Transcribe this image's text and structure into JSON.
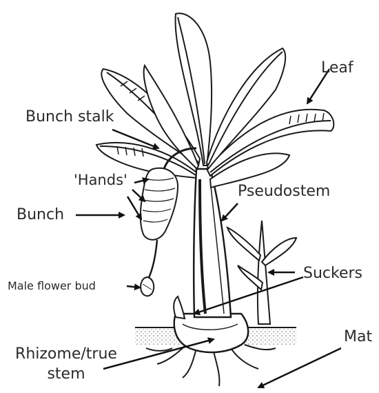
{
  "diagram": {
    "labels": {
      "leaf": "Leaf",
      "bunch_stalk": "Bunch stalk",
      "hands": "'Hands'",
      "pseudostem": "Pseudostem",
      "bunch": "Bunch",
      "suckers": "Suckers",
      "male_flower_bud": "Male flower bud",
      "mat": "Mat",
      "rhizome_line1": "Rhizome/true",
      "rhizome_line2": "stem"
    },
    "colors": {
      "ink": "#1a1a1a",
      "label_text": "#2a2a2a",
      "background": "#ffffff"
    }
  }
}
